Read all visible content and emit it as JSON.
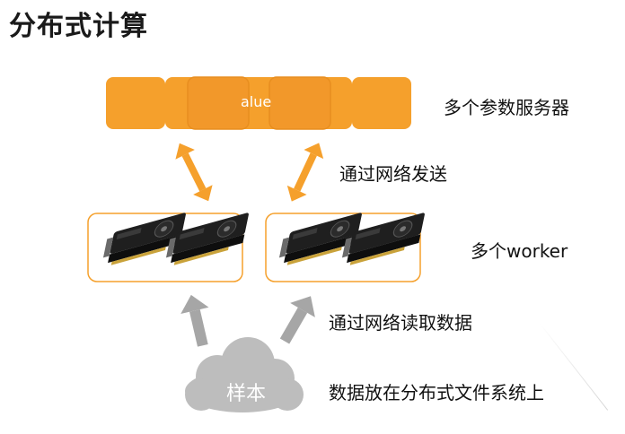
{
  "title": "分布式计算",
  "servers": {
    "text": "alue",
    "label": "多个参数服务器",
    "color": "#F5A02C"
  },
  "links": {
    "sync_label": "通过网络发送",
    "read_label": "通过网络读取数据",
    "orange_arrow_color": "#F5A02C",
    "gray_arrow_color": "#A6A6A6"
  },
  "workers": {
    "label": "多个worker",
    "box_border_color": "#F5A02C",
    "gpu_icon": "gpu-card-icon",
    "groups": 2,
    "gpus_per_group": 2
  },
  "storage": {
    "cloud_text": "样本",
    "label": "数据放在分布式文件系统上",
    "cloud_color": "#BDBDBD"
  }
}
